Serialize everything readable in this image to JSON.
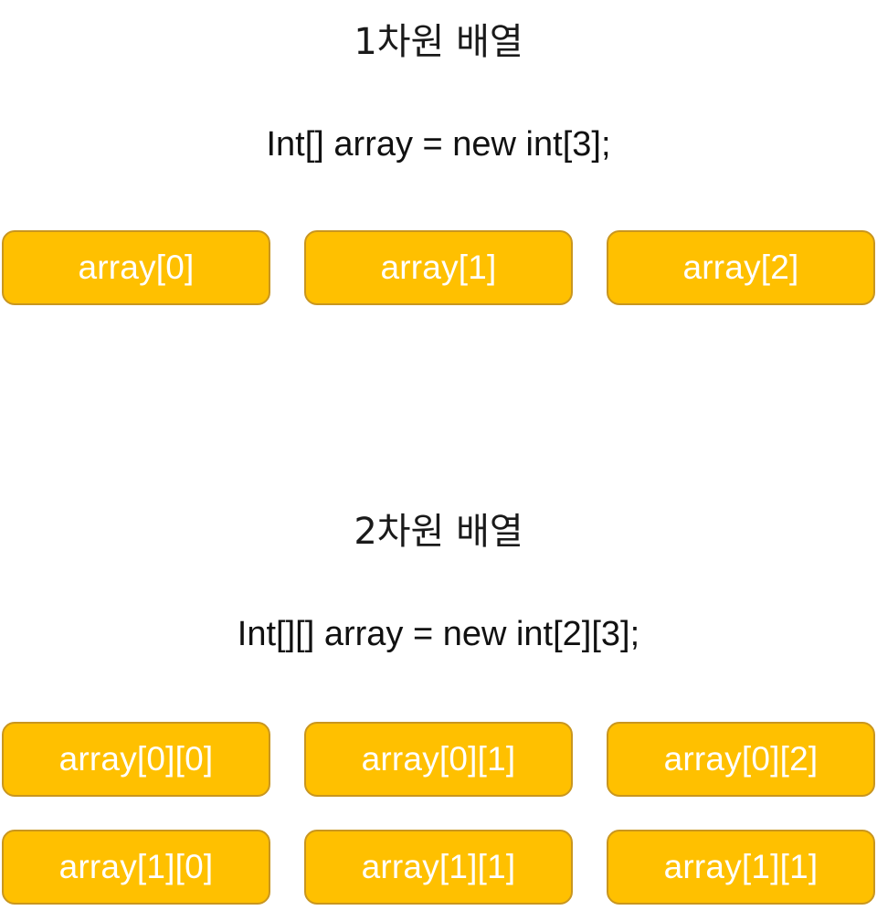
{
  "section_1d": {
    "title": "1차원 배열",
    "code": "Int[] array = new int[3];",
    "cells": [
      "array[0]",
      "array[1]",
      "array[2]"
    ]
  },
  "section_2d": {
    "title": "2차원 배열",
    "code": "Int[][] array = new int[2][3];",
    "rows": [
      [
        "array[0][0]",
        "array[0][1]",
        "array[0][2]"
      ],
      [
        "array[1][0]",
        "array[1][1]",
        "array[1][1]"
      ]
    ]
  },
  "colors": {
    "cell_fill": "#ffc000",
    "cell_border": "#c9961f",
    "cell_text": "#ffffff"
  }
}
